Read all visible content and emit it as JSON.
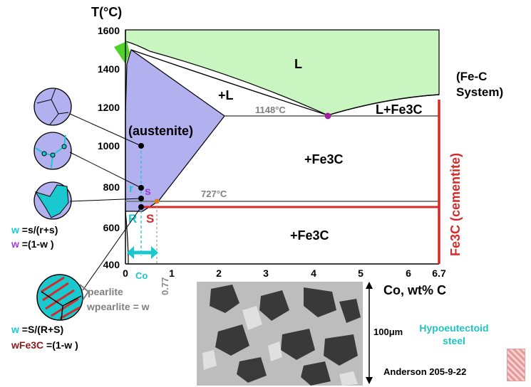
{
  "diagram": {
    "y_axis_title": "T(°C)",
    "x_axis_title": "Co, wt% C",
    "y_ticks": [
      "1600",
      "1400",
      "1200",
      "1000",
      "800",
      "600",
      "400"
    ],
    "x_ticks": [
      "0",
      "1",
      "2",
      "3",
      "4",
      "5",
      "6",
      "6.7"
    ],
    "co_tick": "Co",
    "eutectoid_comp": "0.77",
    "isotherm_eutectic": "1148°C",
    "isotherm_eutectoid": "727°C",
    "regions": {
      "liquid": "L",
      "gamma_plus_liquid": "+L",
      "austenite": "(austenite)",
      "gamma_plus_fe3c": "+Fe3C",
      "liquid_plus_fe3c": "L+Fe3C",
      "alpha_plus_fe3c": "+Fe3C"
    },
    "cementite_label": "Fe3C (cementite)",
    "lever_labels": {
      "r": "r",
      "s": "s",
      "R": "R",
      "S": "S"
    },
    "colors": {
      "liquid_fill": "#c8f5c0",
      "austenite_fill": "#b3b0f0",
      "cementite_line": "#d42a2a",
      "lever_cyan": "#19c9cf",
      "lever_purple": "#9b3fd6",
      "eutectic_point": "#a020a0",
      "eutectoid_point": "#e07a10"
    }
  },
  "micro_labels": {
    "pearlite": "pearlite",
    "w_pearlite": "wpearlite = w"
  },
  "equations": {
    "line1_w": "w",
    "line1_rest": "=s/(r+s)",
    "line2_w": "w",
    "line2_rest": "=(1-w )",
    "line3_w": "w",
    "line3_rest": "=S/(R+S)",
    "line4_w": "wFe3C",
    "line4_rest": "=(1-w )"
  },
  "annotations": {
    "system": "(Fe-C System)",
    "hypo": "Hypoeutectoid steel",
    "scale": "100μm",
    "credit": "Anderson 205-9-22"
  }
}
